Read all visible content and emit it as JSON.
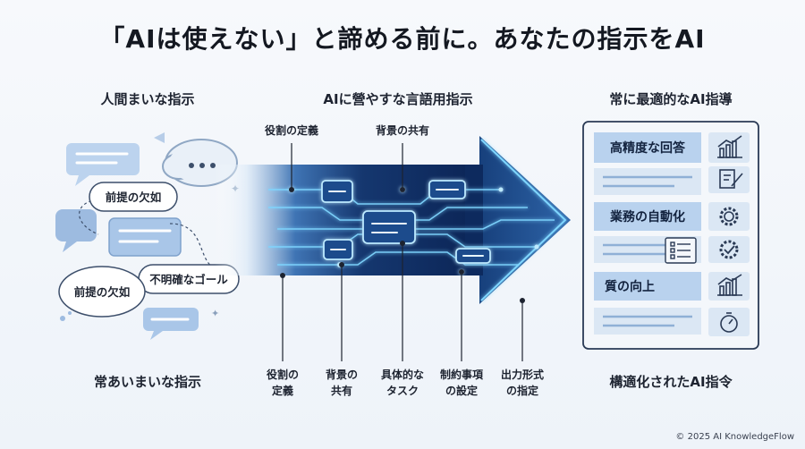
{
  "title": "「AIは使えない」と諦める前に。あなたの指示をAI",
  "headings": {
    "left_top": "人間まいな指示",
    "center_top": "AIに營やすな言語用指示",
    "right_top": "常に最適的なAI指導",
    "left_bottom": "常あいまいな指示",
    "right_bottom": "構適化されたAI指令"
  },
  "bubbles": {
    "premise_1": "前提の欠如",
    "unclear_goal": "不明確なゴール",
    "premise_2": "前提の欠如"
  },
  "top_labels": {
    "role": "役割の定義",
    "context": "背景の共有"
  },
  "bottom_steps": [
    {
      "line1": "役割の",
      "line2": "定義"
    },
    {
      "line1": "背景の",
      "line2": "共有"
    },
    {
      "line1": "具体的な",
      "line2": "タスク"
    },
    {
      "line1": "制約事項",
      "line2": "の設定"
    },
    {
      "line1": "出力形式",
      "line2": "の指定"
    }
  ],
  "panel": {
    "items": [
      "高精度な回答",
      "業務の自動化",
      "質の向上"
    ]
  },
  "icons": {
    "panel_1": "bar-chart-up-icon",
    "panel_2": "document-edit-icon",
    "panel_3": "gear-icon",
    "panel_4": "checklist-icon",
    "panel_5": "gear-check-icon",
    "panel_6": "bar-chart-up-icon",
    "panel_7": "stopwatch-icon"
  },
  "colors": {
    "arrow_dark": "#0d2a5e",
    "glow": "#7fd6ff",
    "bubble_blue": "#a9c6e8",
    "panel_blue": "#b9d2ee"
  },
  "footer": "© 2025 AI KnowledgeFlow"
}
